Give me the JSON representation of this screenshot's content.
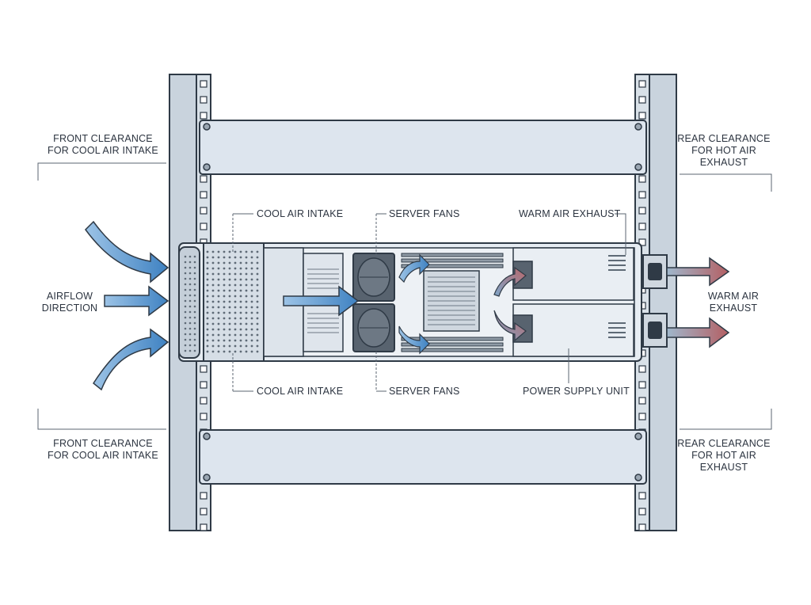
{
  "labels": {
    "front_clearance_top": [
      "FRONT CLEARANCE",
      "FOR COOL AIR INTAKE"
    ],
    "front_clearance_bottom": [
      "FRONT CLEARANCE",
      "FOR COOL AIR INTAKE"
    ],
    "rear_clearance_top": [
      "REAR CLEARANCE",
      "FOR HOT AIR",
      "EXHAUST"
    ],
    "rear_clearance_bottom": [
      "REAR CLEARANCE",
      "FOR HOT AIR",
      "EXHAUST"
    ],
    "airflow_direction": [
      "AIRFLOW",
      "DIRECTION"
    ],
    "warm_air_exhaust_right": [
      "WARM AIR",
      "EXHAUST"
    ],
    "cool_air_intake_top": "COOL AIR INTAKE",
    "server_fans_top": "SERVER FANS",
    "warm_air_exhaust_top": "WARM AIR EXHAUST",
    "cool_air_intake_bottom": "COOL AIR INTAKE",
    "server_fans_bottom": "SERVER FANS",
    "power_supply_unit": "POWER SUPPLY UNIT"
  },
  "colors": {
    "background": "#ffffff",
    "rail": "#c9d3dd",
    "outline": "#2f3a46",
    "panel": "#dde5ee",
    "chassis": "#e6ecf2",
    "cool_arrow": "#4f8fc8",
    "warm_arrow": "#b8676a"
  }
}
